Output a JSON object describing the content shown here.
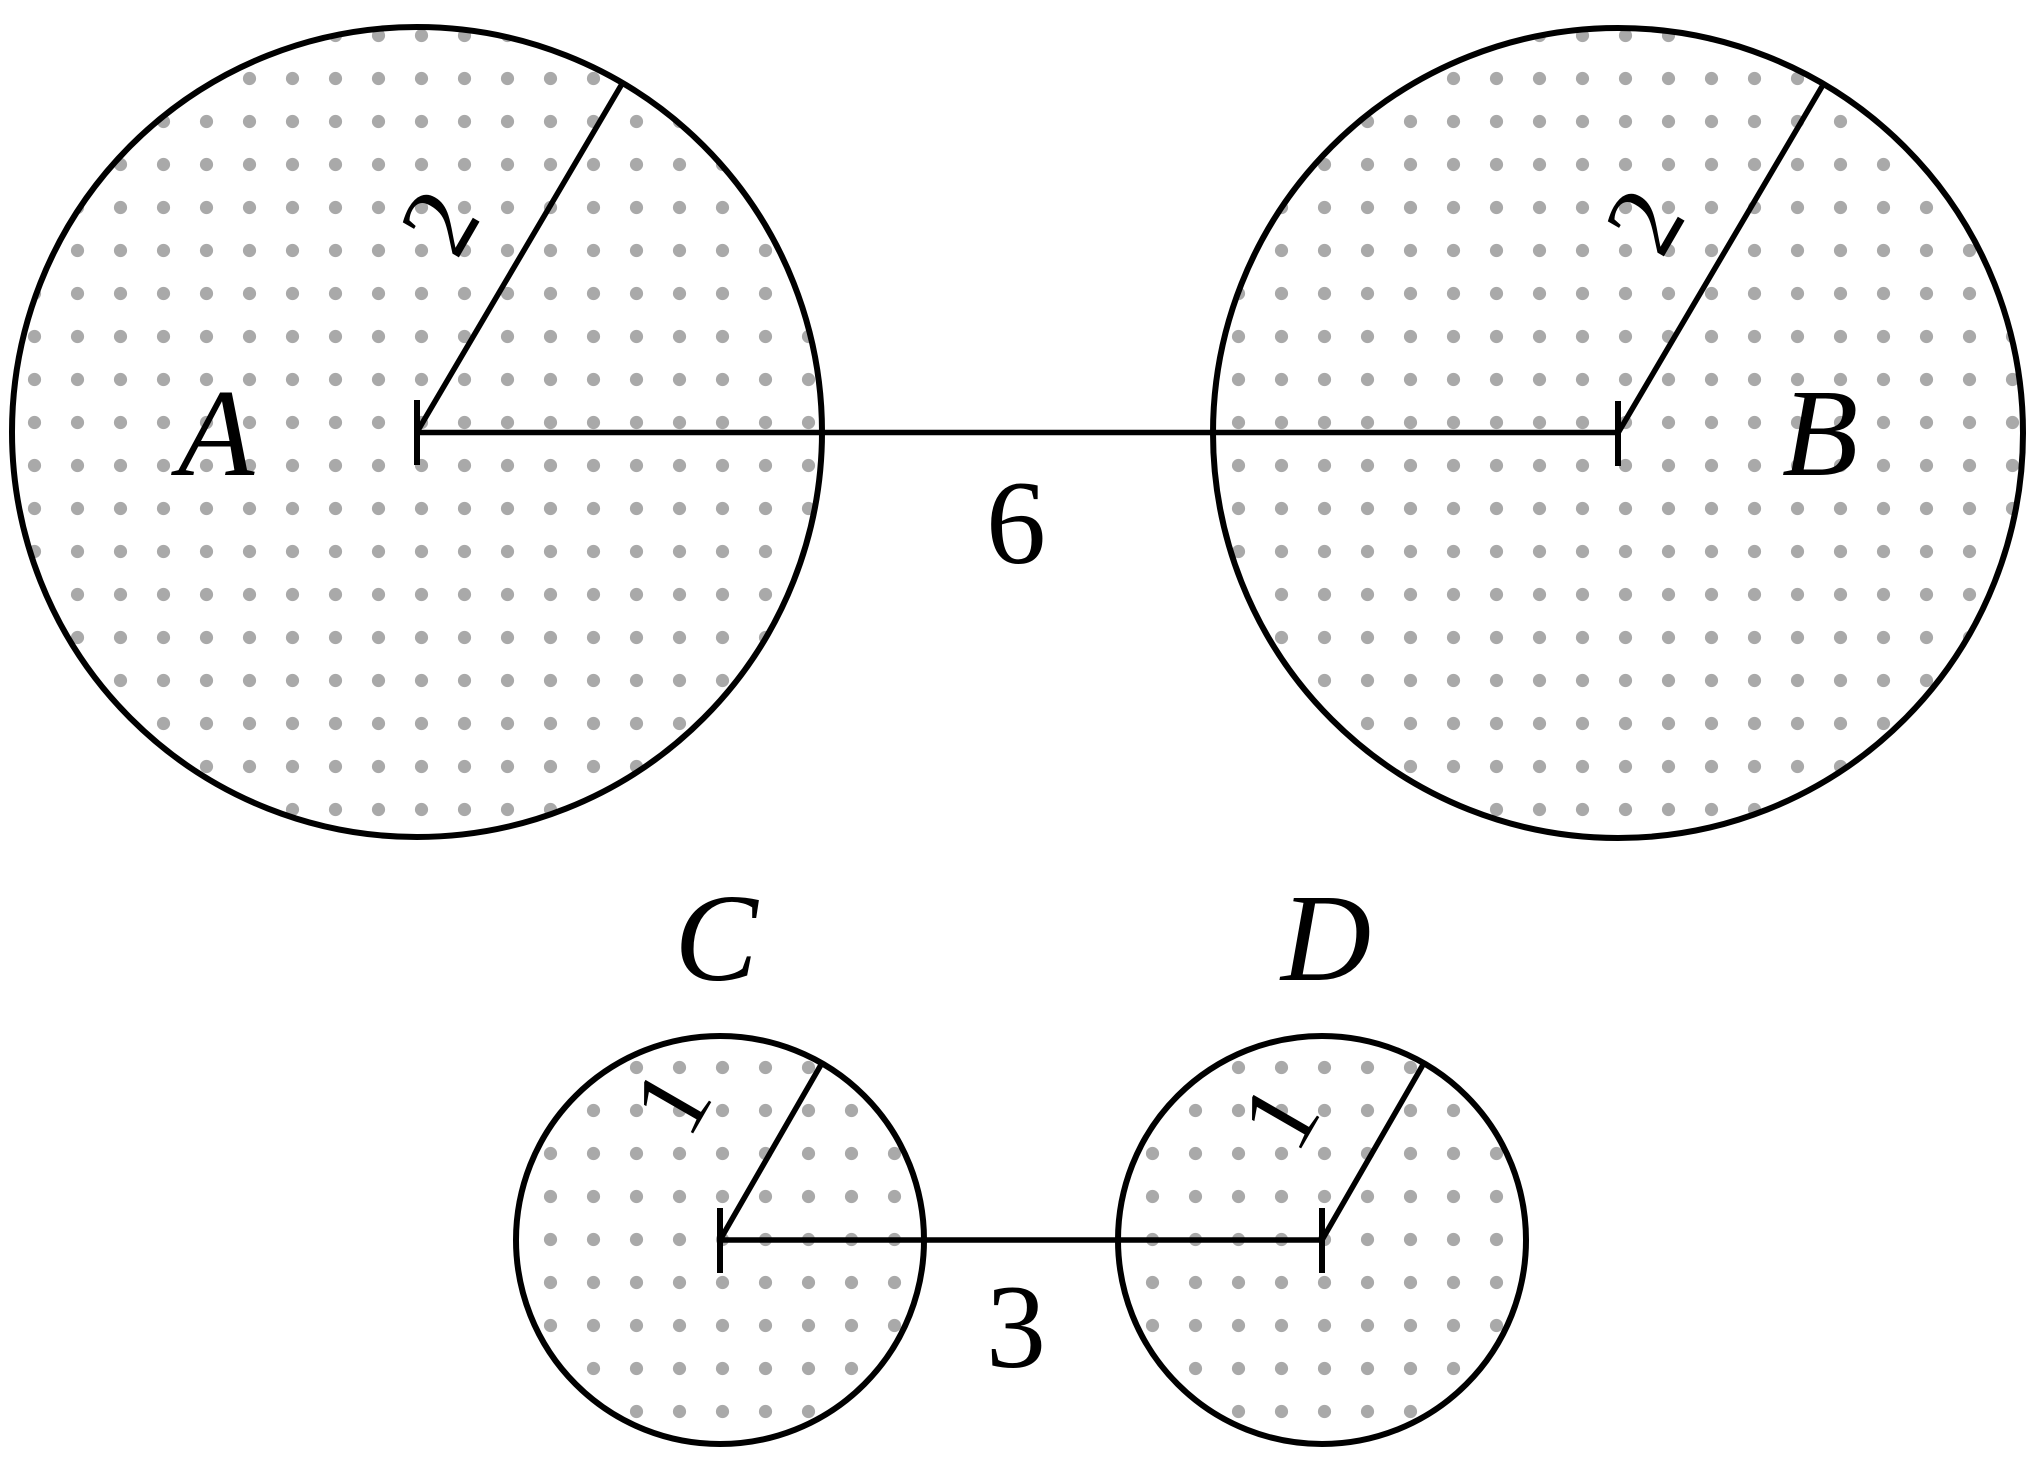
{
  "colors": {
    "stroke": "#000000",
    "dot": "#a9a9a9",
    "background": "#ffffff",
    "text": "#000000"
  },
  "top_pair": {
    "left_circle_label": "A",
    "left_radius_label": "2",
    "right_circle_label": "B",
    "right_radius_label": "2",
    "center_distance_label": "6"
  },
  "bottom_pair": {
    "left_circle_label": "C",
    "left_radius_label": "1",
    "right_circle_label": "D",
    "right_radius_label": "1",
    "center_distance_label": "3"
  }
}
